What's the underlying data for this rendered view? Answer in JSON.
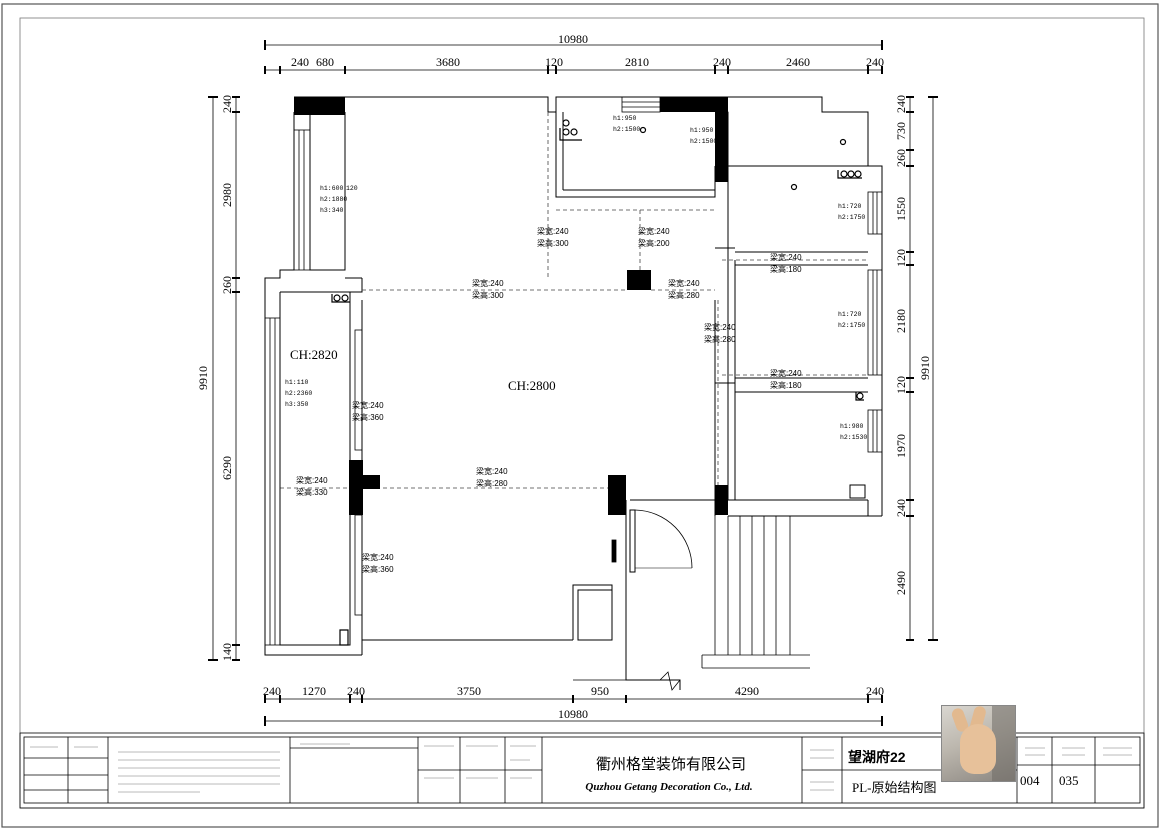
{
  "dims": {
    "top_total": "10980",
    "top_segments": [
      "240",
      "680",
      "3680",
      "120",
      "2810",
      "240",
      "2460",
      "240"
    ],
    "bottom_total": "10980",
    "bottom_segments": [
      "240",
      "1270",
      "240",
      "3750",
      "950",
      "4290",
      "240"
    ],
    "left_total": "9910",
    "left_segments": [
      "240",
      "2980",
      "260",
      "6290",
      "140"
    ],
    "right_total": "9910",
    "right_segments": [
      "240",
      "730",
      "260",
      "1550",
      "120",
      "2180",
      "120",
      "1970",
      "240",
      "2490"
    ]
  },
  "rooms": {
    "left_ch": "CH:2820",
    "main_ch": "CH:2800"
  },
  "beams": [
    {
      "w": "梁宽:240",
      "h": "梁高:300"
    },
    {
      "w": "梁宽:240",
      "h": "梁高:200"
    },
    {
      "w": "梁宽:240",
      "h": "梁高:300"
    },
    {
      "w": "梁宽:240",
      "h": "梁高:280"
    },
    {
      "w": "梁宽:240",
      "h": "梁高:180"
    },
    {
      "w": "梁宽:240",
      "h": "梁高:280"
    },
    {
      "w": "梁宽:240",
      "h": "梁高:180"
    },
    {
      "w": "梁宽:240",
      "h": "梁高:360"
    },
    {
      "w": "梁宽:240",
      "h": "梁高:330"
    },
    {
      "w": "梁宽:240",
      "h": "梁高:280"
    },
    {
      "w": "梁宽:240",
      "h": "梁高:360"
    }
  ],
  "windows": [
    {
      "h1": "h1:950",
      "h2": "h2:1500"
    },
    {
      "h1": "h1:950",
      "h2": "h2:1500"
    },
    {
      "h1": "h1:600",
      "h2": "h2:1880",
      "h3": "h3:340"
    },
    {
      "h1": "h1:720",
      "h2": "h2:1750"
    },
    {
      "h1": "h1:720",
      "h2": "h2:1750"
    },
    {
      "h1": "h1:110",
      "h2": "h2:2360",
      "h3": "h3:350"
    },
    {
      "h1": "h1:980",
      "h2": "h2:1530"
    }
  ],
  "extra_label": "120",
  "title_block": {
    "company_cn": "衢州格堂装饰有限公司",
    "company_en": "Quzhou Getang Decoration Co., Ltd.",
    "project": "望湖府22",
    "drawing_name": "PL-原始结构图",
    "sheet_no": "004",
    "sheet_total": "035"
  }
}
